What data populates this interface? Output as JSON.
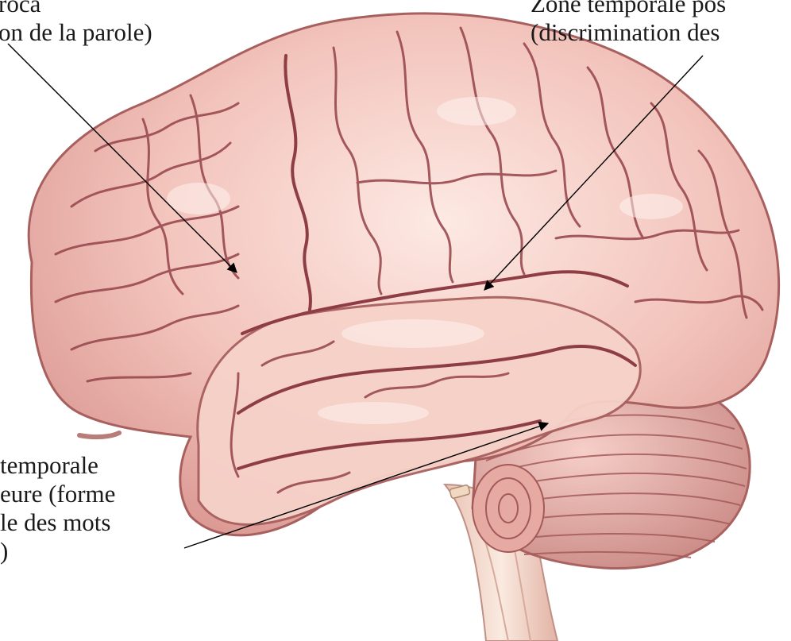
{
  "labels": {
    "broca": "roca\non de la parole)",
    "posterior_temporal": "Zone temporale pos\n(discrimination des",
    "inferior_temporal": "temporale\neure (forme\nle des mots\n)"
  },
  "colors": {
    "brain_base": "#f2c3bb",
    "brain_highlight": "#fbe3dc",
    "brain_shadow": "#c47f7b",
    "sulcus": "#8e3d45",
    "cerebellum": "#e8a9a2",
    "brainstem": "#f1d2c4",
    "arrow": "#000000"
  },
  "icons": [
    "brain-illustration",
    "arrow-icon"
  ]
}
